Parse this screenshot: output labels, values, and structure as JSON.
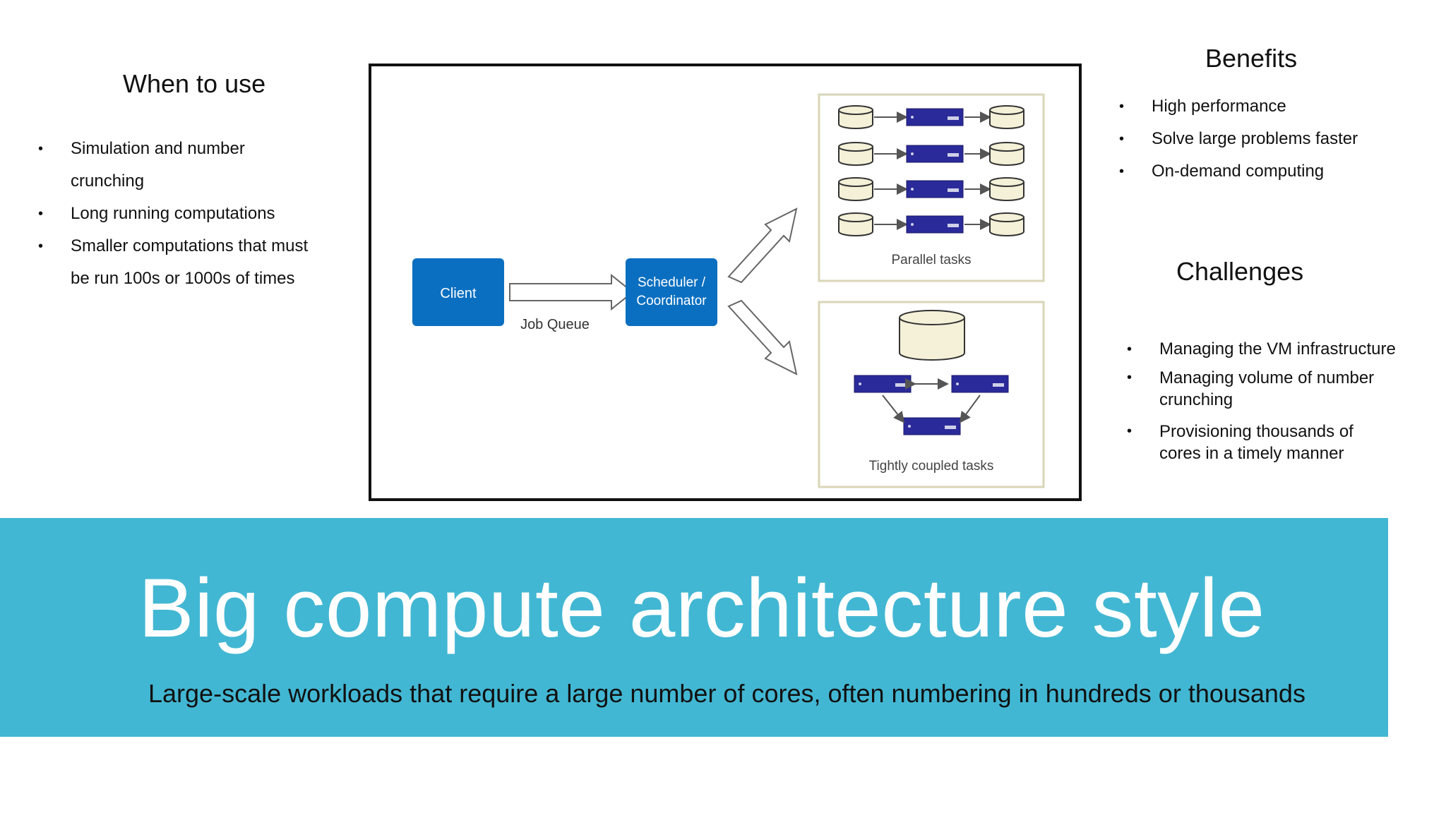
{
  "when_to_use": {
    "title": "When to use",
    "items": [
      "Simulation and number crunching",
      "Long running computations",
      "Smaller computations that must be run 100s or 1000s  of times"
    ]
  },
  "benefits": {
    "title": "Benefits",
    "items": [
      "High performance",
      "Solve large problems faster",
      "On-demand computing"
    ]
  },
  "challenges": {
    "title": "Challenges",
    "items": [
      "Managing the VM infrastructure",
      "Managing volume of number crunching",
      "Provisioning thousands of cores in a timely manner"
    ]
  },
  "diagram": {
    "client_label": "Client",
    "queue_label": "Job Queue",
    "scheduler_label_1": "Scheduler /",
    "scheduler_label_2": "Coordinator",
    "parallel_label": "Parallel tasks",
    "coupled_label": "Tightly coupled tasks",
    "colors": {
      "box": "#0a6fc0",
      "server": "#2b2a9a",
      "db_fill": "#f4f1d8",
      "panel_border": "#d9d6b8"
    }
  },
  "banner": {
    "title": "Big compute architecture style",
    "subtitle": "Large-scale workloads that require a large number of cores, often numbering in hundreds or thousands",
    "color": "#42b7d3"
  }
}
